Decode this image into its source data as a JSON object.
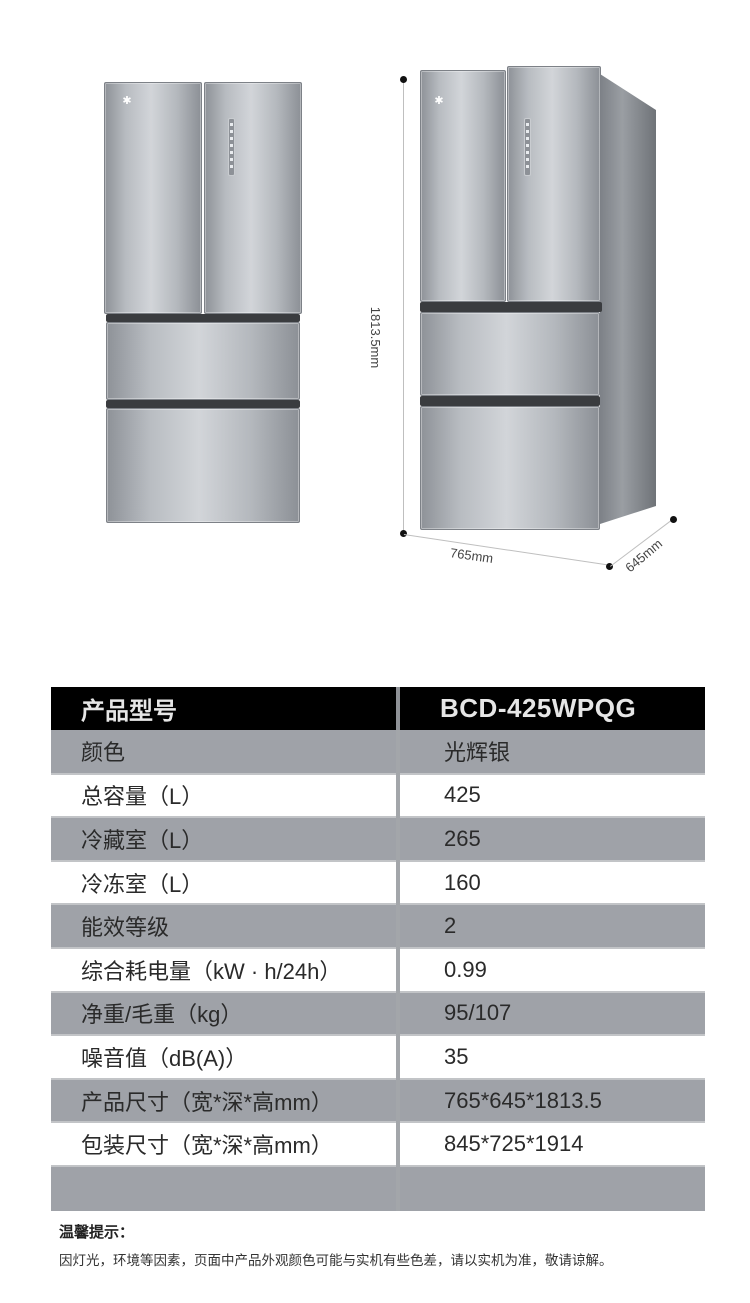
{
  "images": {
    "front_view": {
      "alt": "French-door refrigerator front view"
    },
    "angled_view": {
      "alt": "French-door refrigerator angled view with dimensions"
    }
  },
  "dimensions": {
    "height": "1813.5mm",
    "width": "765mm",
    "depth": "645mm"
  },
  "spec_table": {
    "header": {
      "label": "产品型号",
      "value": "BCD-425WPQG"
    },
    "rows": [
      {
        "label": "颜色",
        "value": "光辉银"
      },
      {
        "label": "总容量（L）",
        "value": "425"
      },
      {
        "label": "冷藏室（L）",
        "value": "265"
      },
      {
        "label": "冷冻室（L）",
        "value": "160"
      },
      {
        "label": "能效等级",
        "value": "2"
      },
      {
        "label": "综合耗电量（kW · h/24h）",
        "value": "0.99"
      },
      {
        "label": "净重/毛重（kg）",
        "value": "95/107"
      },
      {
        "label": "噪音值（dB(A)）",
        "value": "35"
      },
      {
        "label": "产品尺寸（宽*深*高mm）",
        "value": "765*645*1813.5"
      },
      {
        "label": "包装尺寸（宽*深*高mm）",
        "value": "845*725*1914"
      },
      {
        "label": "",
        "value": ""
      }
    ]
  },
  "notice": {
    "title": "温馨提示：",
    "text": "因灯光，环境等因素，页面中产品外观颜色可能与实机有些色差，请以实机为准，敬请谅解。"
  },
  "colors": {
    "header_bg": "#000000",
    "gray_row": "#9fa2a8",
    "white_row": "#ffffff"
  }
}
